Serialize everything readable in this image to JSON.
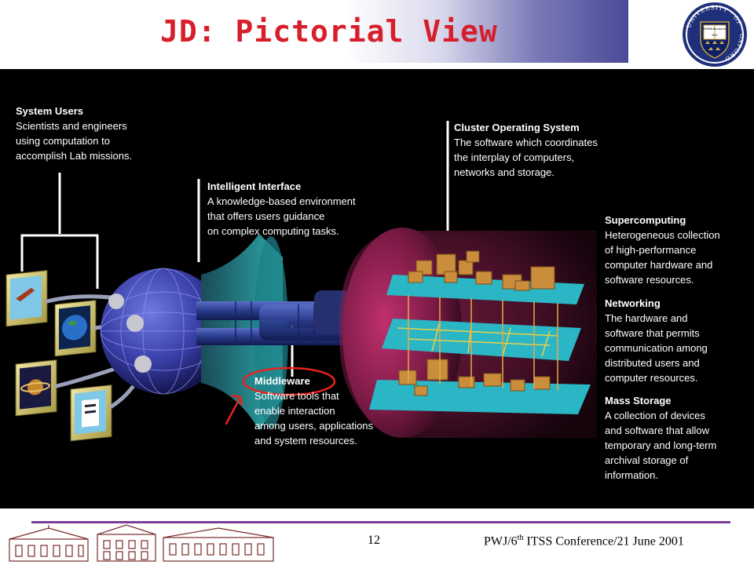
{
  "slide": {
    "title": "JD: Pictorial View",
    "page_number": "12",
    "footer": {
      "prefix": "PWJ/6",
      "superscript": "th",
      "suffix": " ITSS Conference/21 June 2001"
    }
  },
  "crest": {
    "ring_text": "UNIVERSITY · OF · OXFORD",
    "book_text": [
      "DOMINUS",
      "ILLUMINATIO",
      "MEA"
    ]
  },
  "labels": {
    "system_users": {
      "heading": "System Users",
      "body": "Scientists and engineers\nusing computation to\naccomplish Lab missions."
    },
    "intelligent_interface": {
      "heading": "Intelligent Interface",
      "body": "A knowledge-based environment\nthat offers users guidance\non complex computing tasks."
    },
    "cluster_os": {
      "heading": "Cluster Operating System",
      "body": "The software which coordinates\nthe interplay of computers,\nnetworks and storage."
    },
    "supercomputing": {
      "heading": "Supercomputing",
      "body": "Heterogeneous collection\nof high-performance\ncomputer hardware and\nsoftware resources."
    },
    "networking": {
      "heading": "Networking",
      "body": "The hardware and\nsoftware that permits\ncommunication among\ndistributed users and\ncomputer resources."
    },
    "mass_storage": {
      "heading": "Mass Storage",
      "body": "A collection of devices\nand software that allow\ntemporary and long-term\narchival storage of\ninformation."
    },
    "middleware": {
      "heading": "Middleware",
      "body": "Software tools that\nenable interaction\namong users, applications\nand system resources."
    }
  },
  "colors": {
    "title": "#d71f2b",
    "annotation": "#e8221c",
    "footer_rule": "#7a3e9a",
    "slide_bg": "#000000"
  }
}
